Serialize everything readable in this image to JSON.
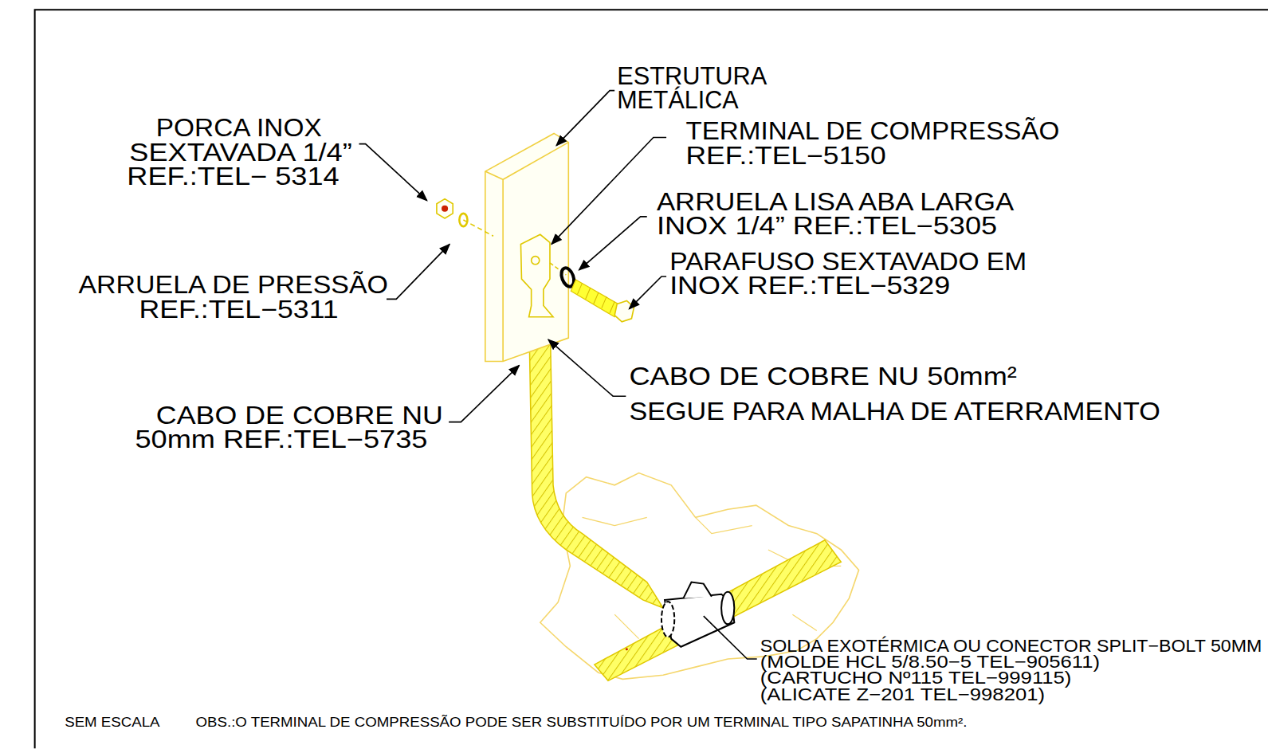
{
  "diagram": {
    "labels": [
      "ESTRUTURA",
      "METÁLICA",
      "PORCA INOX",
      "SEXTAVADA 1/4”",
      "REF.:TEL− 5314",
      "TERMINAL DE COMPRESSÃO",
      "REF.:TEL−5150",
      "ARRUELA LISA ABA LARGA",
      "INOX 1/4” REF.:TEL−5305",
      "PARAFUSO SEXTAVADO EM",
      "INOX REF.:TEL−5329",
      "ARRUELA DE PRESSÃO",
      "REF.:TEL−5311",
      "CABO DE COBRE NU 50mm²",
      "SEGUE PARA MALHA DE ATERRAMENTO",
      "CABO DE COBRE NU",
      "50mm REF.:TEL−5735",
      "SOLDA EXOTÉRMICA OU CONECTOR SPLIT−BOLT 50MM",
      "(MOLDE HCL 5/8.50−5 TEL−905611)",
      "(CARTUCHO Nº115 TEL−999115)",
      "(ALICATE Z−201 TEL−998201)",
      "SEM ESCALA",
      "OBS.:O TERMINAL DE COMPRESSÃO PODE SER SUBSTITUÍDO POR UM TERMINAL TIPO SAPATINHA 50mm²."
    ]
  }
}
